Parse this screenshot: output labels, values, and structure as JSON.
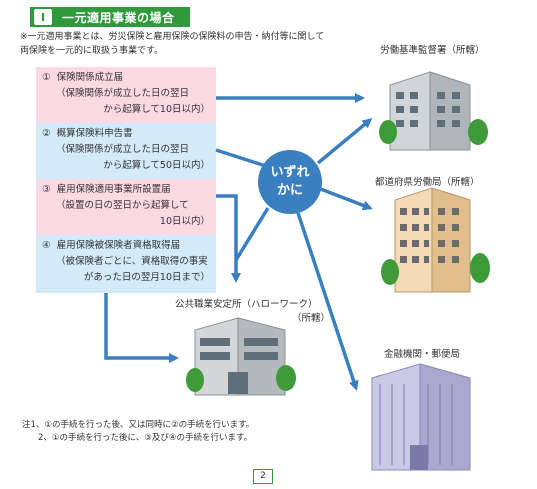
{
  "header": {
    "number": "Ⅰ",
    "title": "一元適用事業の場合"
  },
  "intro": {
    "line1": "※一元適用事業とは、労災保険と雇用保険の保険料の申告・納付等に関して",
    "line2": "両保険を一元的に取扱う事業です。"
  },
  "procedures": [
    {
      "num": "①",
      "title": "保険関係成立届",
      "line2": "（保険関係が成立した日の翌日",
      "line3": "から起算して10日以内）"
    },
    {
      "num": "②",
      "title": "概算保険料申告書",
      "line2": "（保険関係が成立した日の翌日",
      "line3": "から起算して50日以内）"
    },
    {
      "num": "③",
      "title": "雇用保険適用事業所設置届",
      "line2": "（設置の日の翌日から起算して",
      "line3": "10日以内）"
    },
    {
      "num": "④",
      "title": "雇用保険被保険者資格取得届",
      "line2": "（被保険者ごとに、資格取得の事実",
      "line3": "があった日の翌月10日まで）"
    }
  ],
  "either_label": {
    "line1": "いずれ",
    "line2": "かに"
  },
  "offices": {
    "labor_standards": "労働基準監督署（所轄）",
    "prefectural_labor": "都道府県労働局（所轄）",
    "hello_work_line1": "公共職業安定所（ハローワーク）",
    "hello_work_line2": "（所轄）",
    "financial": "金融機関・郵便局"
  },
  "notes": {
    "line1": "注1、①の手続を行った後、又は同時に②の手続を行います。",
    "line2": "2、①の手続を行った後に、③及び④の手続を行います。"
  },
  "page_number": "2",
  "colors": {
    "header_green": "#2e9a3c",
    "arrow_blue": "#3a7fc0",
    "pink_box": "#fbd9e3",
    "blue_box": "#d3ebf8"
  }
}
